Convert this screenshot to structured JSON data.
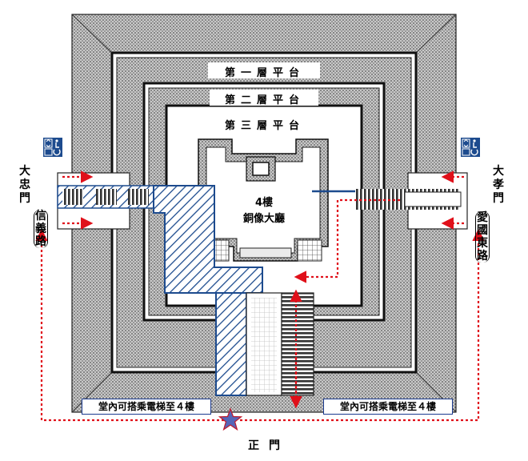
{
  "levels": {
    "first": "第一層平台",
    "second": "第二層平台",
    "third": "第三層平台"
  },
  "hall": {
    "floor": "4樓",
    "name": "銅像大廳"
  },
  "gates": {
    "west_name": "大忠門",
    "west_road": "信義路",
    "east_name": "大孝門",
    "east_road": "愛國東路",
    "main": "正門"
  },
  "notes": {
    "left": "堂內可搭乘電梯至４樓",
    "right": "堂內可搭乘電梯至４樓"
  },
  "icons": {
    "accessibility": "elevator-wheelchair-icon",
    "main_entrance": "star-icon"
  },
  "colors": {
    "route_blue": "#1d4b8e",
    "arrow_red": "#e0101a",
    "pattern_gray": "#9a9a9a"
  }
}
